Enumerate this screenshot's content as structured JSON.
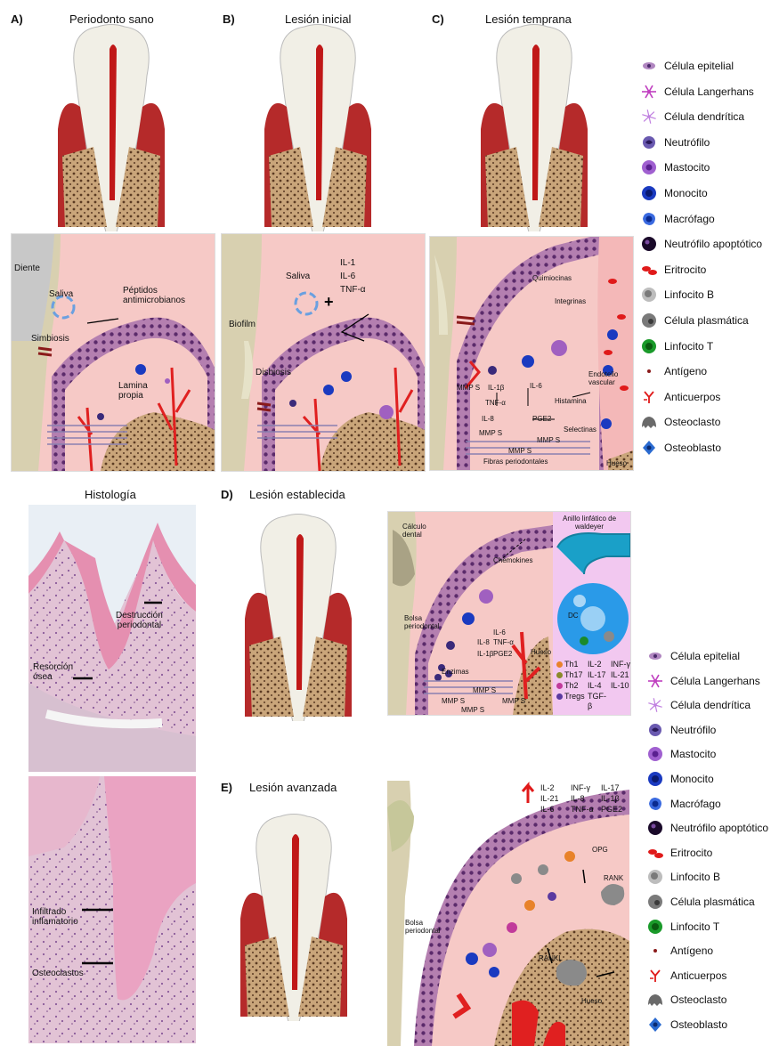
{
  "panels": {
    "A": {
      "letter": "A)",
      "title": "Periodonto sano",
      "labels": {
        "diente": "Diente",
        "saliva": "Saliva",
        "peptidos": "Péptidos\nantimicrobianos",
        "simbiosis": "Simbiosis",
        "lamina": "Lamina\npropia"
      }
    },
    "B": {
      "letter": "B)",
      "title": "Lesión inicial",
      "labels": {
        "saliva": "Saliva",
        "il1": "IL-1",
        "il6": "IL-6",
        "tnf": "TNF-α",
        "biofilm": "Biofilm",
        "disbiosis": "Disbiosis"
      }
    },
    "C": {
      "letter": "C)",
      "title": "Lesión temprana",
      "labels": {
        "quimiocinas": "Quimiocinas",
        "integrinas": "Integrinas",
        "mmps1": "MMP S",
        "il1b": "IL-1β",
        "il6": "IL-6",
        "tnf": "TNF-α",
        "histamina": "Histamina",
        "endotelio": "Endotelio\nvascular",
        "il8": "IL-8",
        "pge2": "PGE2",
        "mmps2": "MMP S",
        "selectinas": "Selectinas",
        "mmps3": "MMP S",
        "mmps4": "MMP S",
        "fibras": "Fibras periodontales",
        "hueso": "Hueso"
      }
    },
    "D": {
      "letter": "D)",
      "title": "Lesión establecida",
      "labels": {
        "calculo": "Cálculo\ndental",
        "anillo": "Anillo linfático de\nwaldeyer",
        "chemokines": "Chemokines",
        "bolsa": "Bolsa\nperiodontal",
        "dc": "DC",
        "il8": "IL-8",
        "il1b": "IL-1β",
        "il6": "IL-6",
        "tnf": "TNF-α",
        "pge2": "PGE2",
        "hueso": "Hueso",
        "enzimas": "Enzimas",
        "mmps1": "MMP S",
        "mmps2": "MMP S",
        "mmps3": "MMP S",
        "mmps4": "MMP S"
      },
      "cytokines": [
        {
          "cell": "Th1",
          "color": "#e8822a",
          "a": "IL-2",
          "b": "INF-γ"
        },
        {
          "cell": "Th17",
          "color": "#8a8a2a",
          "a": "IL-17",
          "b": "IL-21"
        },
        {
          "cell": "Th2",
          "color": "#c13a9a",
          "a": "IL-4",
          "b": "IL-10"
        },
        {
          "cell": "Tregs",
          "color": "#5a3aa0",
          "a": "TGF-β",
          "b": ""
        }
      ]
    },
    "E": {
      "letter": "E)",
      "title": "Lesión avanzada",
      "labels": {
        "bolsa": "Bolsa\nperiodontal",
        "opg": "OPG",
        "rank": "RANK",
        "rankl": "RANKL",
        "hueso": "Hueso"
      },
      "cytokines": [
        [
          "IL-2",
          "INF-γ",
          "IL-17"
        ],
        [
          "IL-21",
          "IL-8",
          "IL-1β"
        ],
        [
          "IL-6",
          "TNF-α",
          "PGE2"
        ]
      ]
    }
  },
  "histology": {
    "title": "Histología",
    "labels": {
      "destruccion": "Destrucción\nperiodontal",
      "resorcion": "Resorción\nósea",
      "infiltrado": "Infiltrado\ninflamatorio",
      "osteoclastos": "Osteoclastos"
    }
  },
  "legend": [
    {
      "icon": "epithelial-cell-icon",
      "label": "Célula epitelial"
    },
    {
      "icon": "langerhans-cell-icon",
      "label": "Célula Langerhans"
    },
    {
      "icon": "dendritic-cell-icon",
      "label": "Célula dendrítica"
    },
    {
      "icon": "neutrophil-icon",
      "label": "Neutrófilo"
    },
    {
      "icon": "mast-cell-icon",
      "label": "Mastocito"
    },
    {
      "icon": "monocyte-icon",
      "label": "Monocito"
    },
    {
      "icon": "macrophage-icon",
      "label": "Macrófago"
    },
    {
      "icon": "apoptotic-neutrophil-icon",
      "label": "Neutrófilo apoptótico"
    },
    {
      "icon": "erythrocyte-icon",
      "label": "Eritrocito"
    },
    {
      "icon": "b-lymphocyte-icon",
      "label": "Linfocito B"
    },
    {
      "icon": "plasma-cell-icon",
      "label": "Célula plasmática"
    },
    {
      "icon": "t-lymphocyte-icon",
      "label": "Linfocito T"
    },
    {
      "icon": "antigen-icon",
      "label": "Antígeno"
    },
    {
      "icon": "antibodies-icon",
      "label": "Anticuerpos"
    },
    {
      "icon": "osteoclast-icon",
      "label": "Osteoclasto"
    },
    {
      "icon": "osteoblast-icon",
      "label": "Osteoblasto"
    }
  ],
  "colors": {
    "gum": "#b52a2a",
    "bone": "#c9a57a",
    "tissue": "#f6c9c6",
    "epithelium": "#8a6aa0",
    "vessel": "#e02020",
    "histo": "#e6bcd0"
  }
}
